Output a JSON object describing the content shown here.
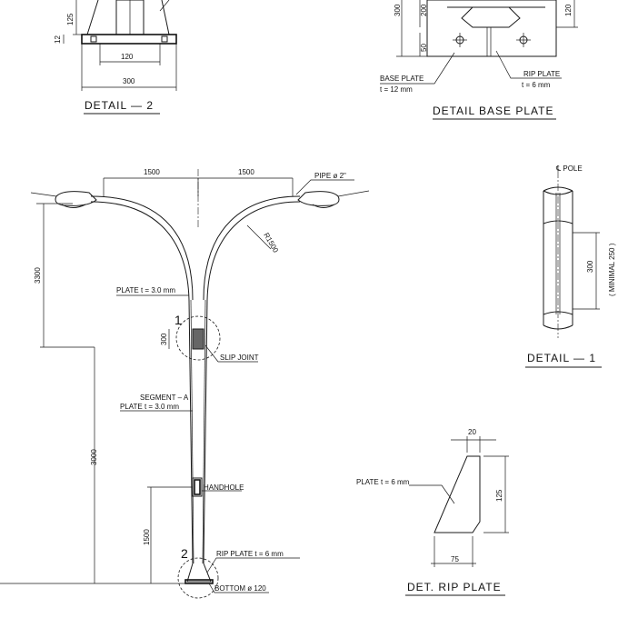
{
  "detail2": {
    "title": "DETAIL  —  2",
    "dim_height": "125",
    "dim_plate": "12",
    "dim_inner": "120",
    "dim_width": "300"
  },
  "base_plate": {
    "title": "DETAIL BASE PLATE",
    "dim_300": "300",
    "dim_200": "200",
    "dim_50": "50",
    "dim_120": "120",
    "base_label": "BASE PLATE",
    "base_thk": "t = 12 mm",
    "rip_label": "RIP PLATE",
    "rip_thk": "t = 6 mm"
  },
  "pole": {
    "dim_1500_left": "1500",
    "dim_1500_right": "1500",
    "pipe_label": "PIPE ø 2\"",
    "radius": "R1500",
    "dim_3300": "3300",
    "plate_top": "PLATE  t = 3.0 mm",
    "marker1": "1",
    "dim_300": "300",
    "slip_joint": "SLIP JOINT",
    "segment": "SEGMENT  –  A",
    "plate_seg": "PLATE  t = 3.0 mm",
    "dim_3000": "3000",
    "handhole": "HANDHOLE",
    "dim_1500_v": "1500",
    "marker2": "2",
    "rip_plate": "RIP PLATE  t = 6 mm",
    "bottom": "BOTTOM ø 120"
  },
  "detail1": {
    "pole_label": "℄ POLE",
    "dim_300": "300",
    "minimal": "( MINIMAL 250 )",
    "title": "DETAIL  —  1"
  },
  "rip_plate": {
    "dim_20": "20",
    "plate_label": "PLATE  t = 6  mm",
    "dim_125": "125",
    "dim_75": "75",
    "title": "DET. RIP PLATE"
  }
}
